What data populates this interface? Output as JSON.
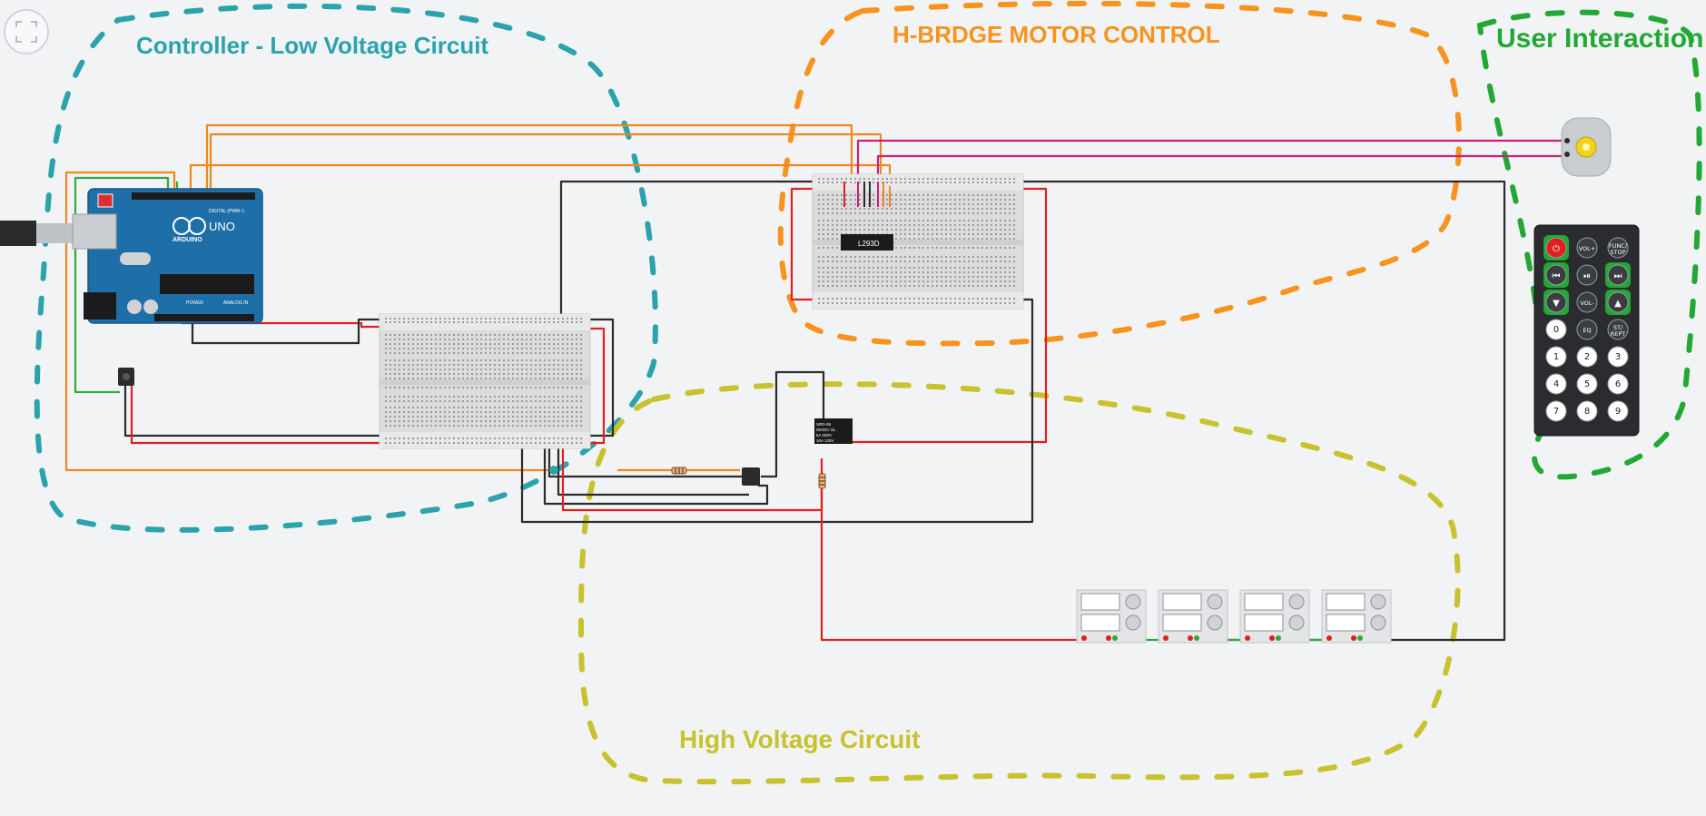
{
  "toolbar": {
    "fit_view_icon": "fit-to-view-icon"
  },
  "zones": [
    {
      "id": "controller",
      "title": "Controller - Low Voltage Circuit",
      "color": "#2aa3ad"
    },
    {
      "id": "hbridge",
      "title": "H-BRDGE MOTOR CONTROL",
      "color": "#f7931e"
    },
    {
      "id": "user",
      "title": "User Interaction",
      "color": "#22a834"
    },
    {
      "id": "highvoltage",
      "title": "High Voltage Circuit",
      "color": "#c7c22d"
    }
  ],
  "components": {
    "arduino": {
      "brand": "ARDUINO",
      "model": "UNO",
      "header_top": "DIGITAL (PWM~)",
      "header_power": "POWER",
      "header_analog": "ANALOG IN",
      "board_color": "#1e6fa8"
    },
    "ic": {
      "label": "L293D"
    },
    "relay_lines": [
      "SRD-05",
      "05VDC-SL",
      "5A 250V",
      "10A 125V"
    ],
    "remote": {
      "buttons": [
        [
          "power-icon",
          "VOL+",
          "FUNC/ STOP"
        ],
        [
          "rewind-icon",
          "play-pause-icon",
          "fast-forward-icon"
        ],
        [
          "down-icon",
          "VOL-",
          "up-icon"
        ],
        [
          "0",
          "EQ",
          "ST/ REPT"
        ],
        [
          "1",
          "2",
          "3"
        ],
        [
          "4",
          "5",
          "6"
        ],
        [
          "7",
          "8",
          "9"
        ]
      ],
      "highlighted": [
        "power-icon",
        "rewind-icon",
        "fast-forward-icon",
        "down-icon",
        "up-icon"
      ]
    },
    "bulbs_count": 4
  },
  "wire_colors": {
    "orange": "#f0871e",
    "green": "#2faa3c",
    "black": "#2b2b2b",
    "red": "#e01f1f",
    "magenta": "#c8217d",
    "brown": "#8b4a1e"
  }
}
